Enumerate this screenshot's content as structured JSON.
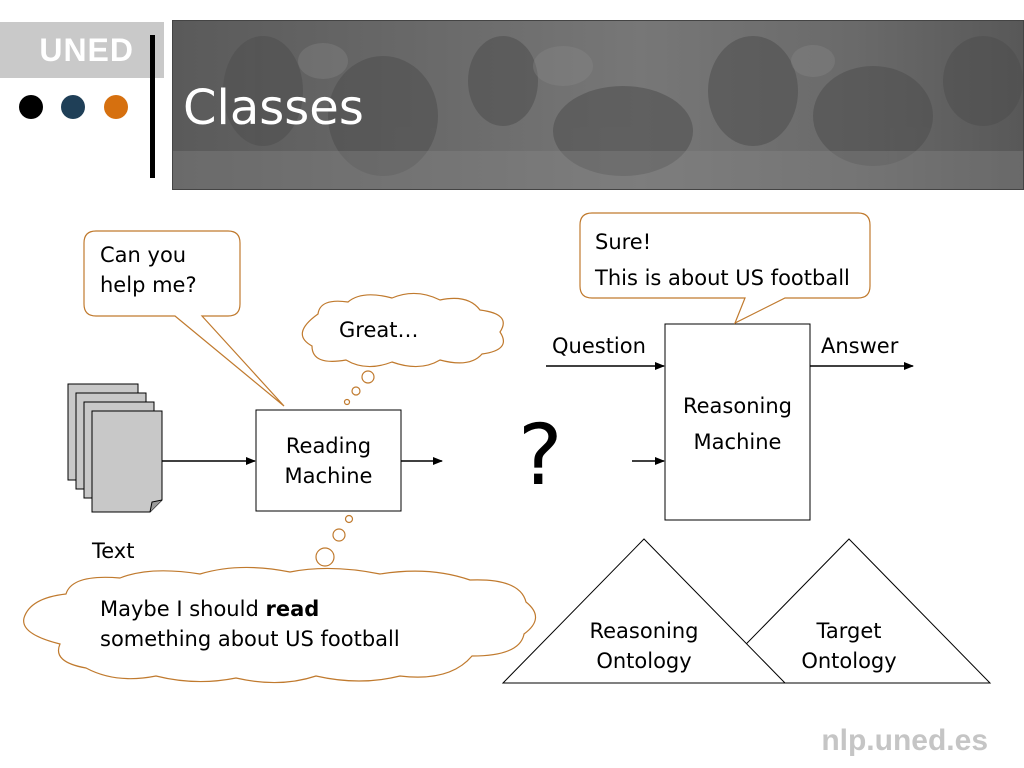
{
  "header": {
    "logo_text": "UNED",
    "title": "Classes",
    "dot_colors": [
      "#000000",
      "#1f3f57",
      "#d6700f"
    ]
  },
  "diagram": {
    "text_label": "Text",
    "reading_machine": [
      "Reading",
      "Machine"
    ],
    "reasoning_machine": [
      "Reasoning",
      "Machine"
    ],
    "question_label": "Question",
    "answer_label": "Answer",
    "question_mark": "?",
    "reasoning_ontology": [
      "Reasoning",
      "Ontology"
    ],
    "target_ontology": [
      "Target",
      "Ontology"
    ],
    "bubble_help": [
      "Can you",
      "help me?"
    ],
    "bubble_sure": [
      "Sure!",
      "This is about US football"
    ],
    "thought_great": "Great…",
    "thought_read": {
      "line1_prefix": "Maybe I should ",
      "line1_bold": "read",
      "line2": "something about US football"
    }
  },
  "footer": {
    "site": "nlp.uned.es"
  },
  "colors": {
    "bubble_border": "#c07a2e",
    "doc_fill": "#c8c8c8"
  }
}
